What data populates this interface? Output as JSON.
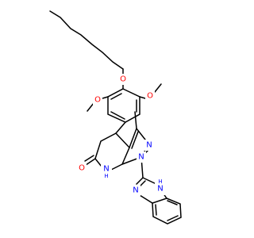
{
  "diagram": {
    "atom_labels": {
      "o_ether": "O",
      "o_methoxy_left": "O",
      "o_methoxy_right": "O",
      "n_pyrazole_right": "N",
      "n_pyrazole_bottom": "N",
      "n_amide": "N",
      "h_amide": "H",
      "o_carbonyl": "O",
      "n_benzimidazole_left": "N",
      "n_benzimidazole_right": "N",
      "h_benzimidazole": "H"
    },
    "colors": {
      "oxygen": "#ff0000",
      "nitrogen": "#0000ff",
      "bond": "#000000"
    }
  }
}
